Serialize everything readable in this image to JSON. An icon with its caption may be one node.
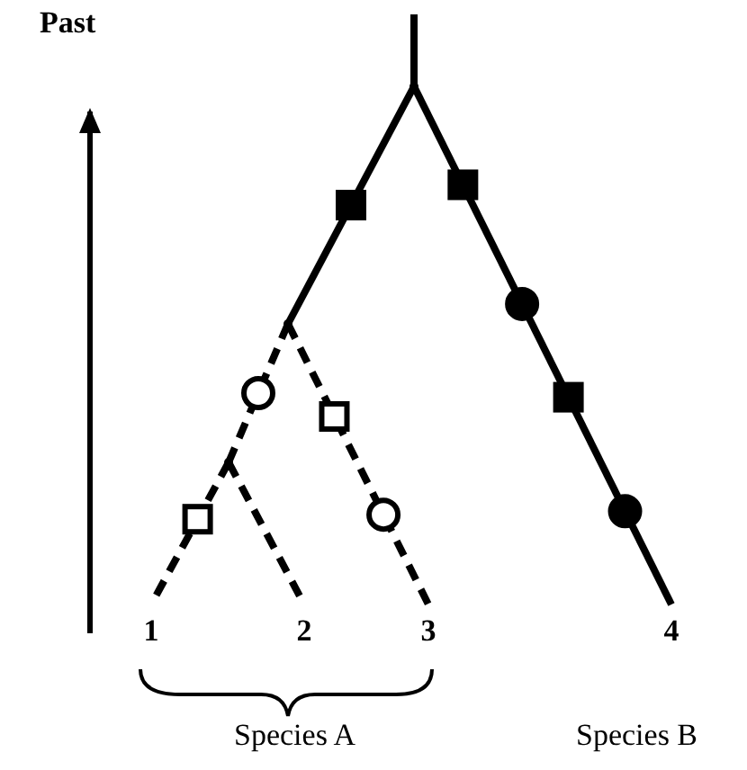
{
  "diagram": {
    "nodes": [
      {
        "text": [],
        "shape": "point"
      },
      {
        "text": [],
        "shape": "point"
      },
      {
        "text": [],
        "shape": "point"
      },
      {
        "text": [
          "1"
        ]
      },
      {
        "text": [
          "2"
        ]
      },
      {
        "text": [
          "3"
        ]
      },
      {
        "text": [
          "4"
        ]
      }
    ],
    "edges": [
      {
        "from": null,
        "to": 0,
        "arrow": "none"
      },
      {
        "from": 0,
        "to": 1,
        "arrow": "none"
      },
      {
        "from": 0,
        "to": 6,
        "arrow": "none"
      },
      {
        "from": 1,
        "to": 2,
        "arrow": "none",
        "style": "dashed"
      },
      {
        "from": 2,
        "to": 3,
        "arrow": "none",
        "style": "dashed"
      },
      {
        "from": 2,
        "to": 4,
        "arrow": "none",
        "style": "dashed"
      },
      {
        "from": 1,
        "to": 5,
        "arrow": "none",
        "style": "dashed"
      }
    ],
    "labels": [
      "Past",
      "Species A",
      "Species B"
    ]
  }
}
